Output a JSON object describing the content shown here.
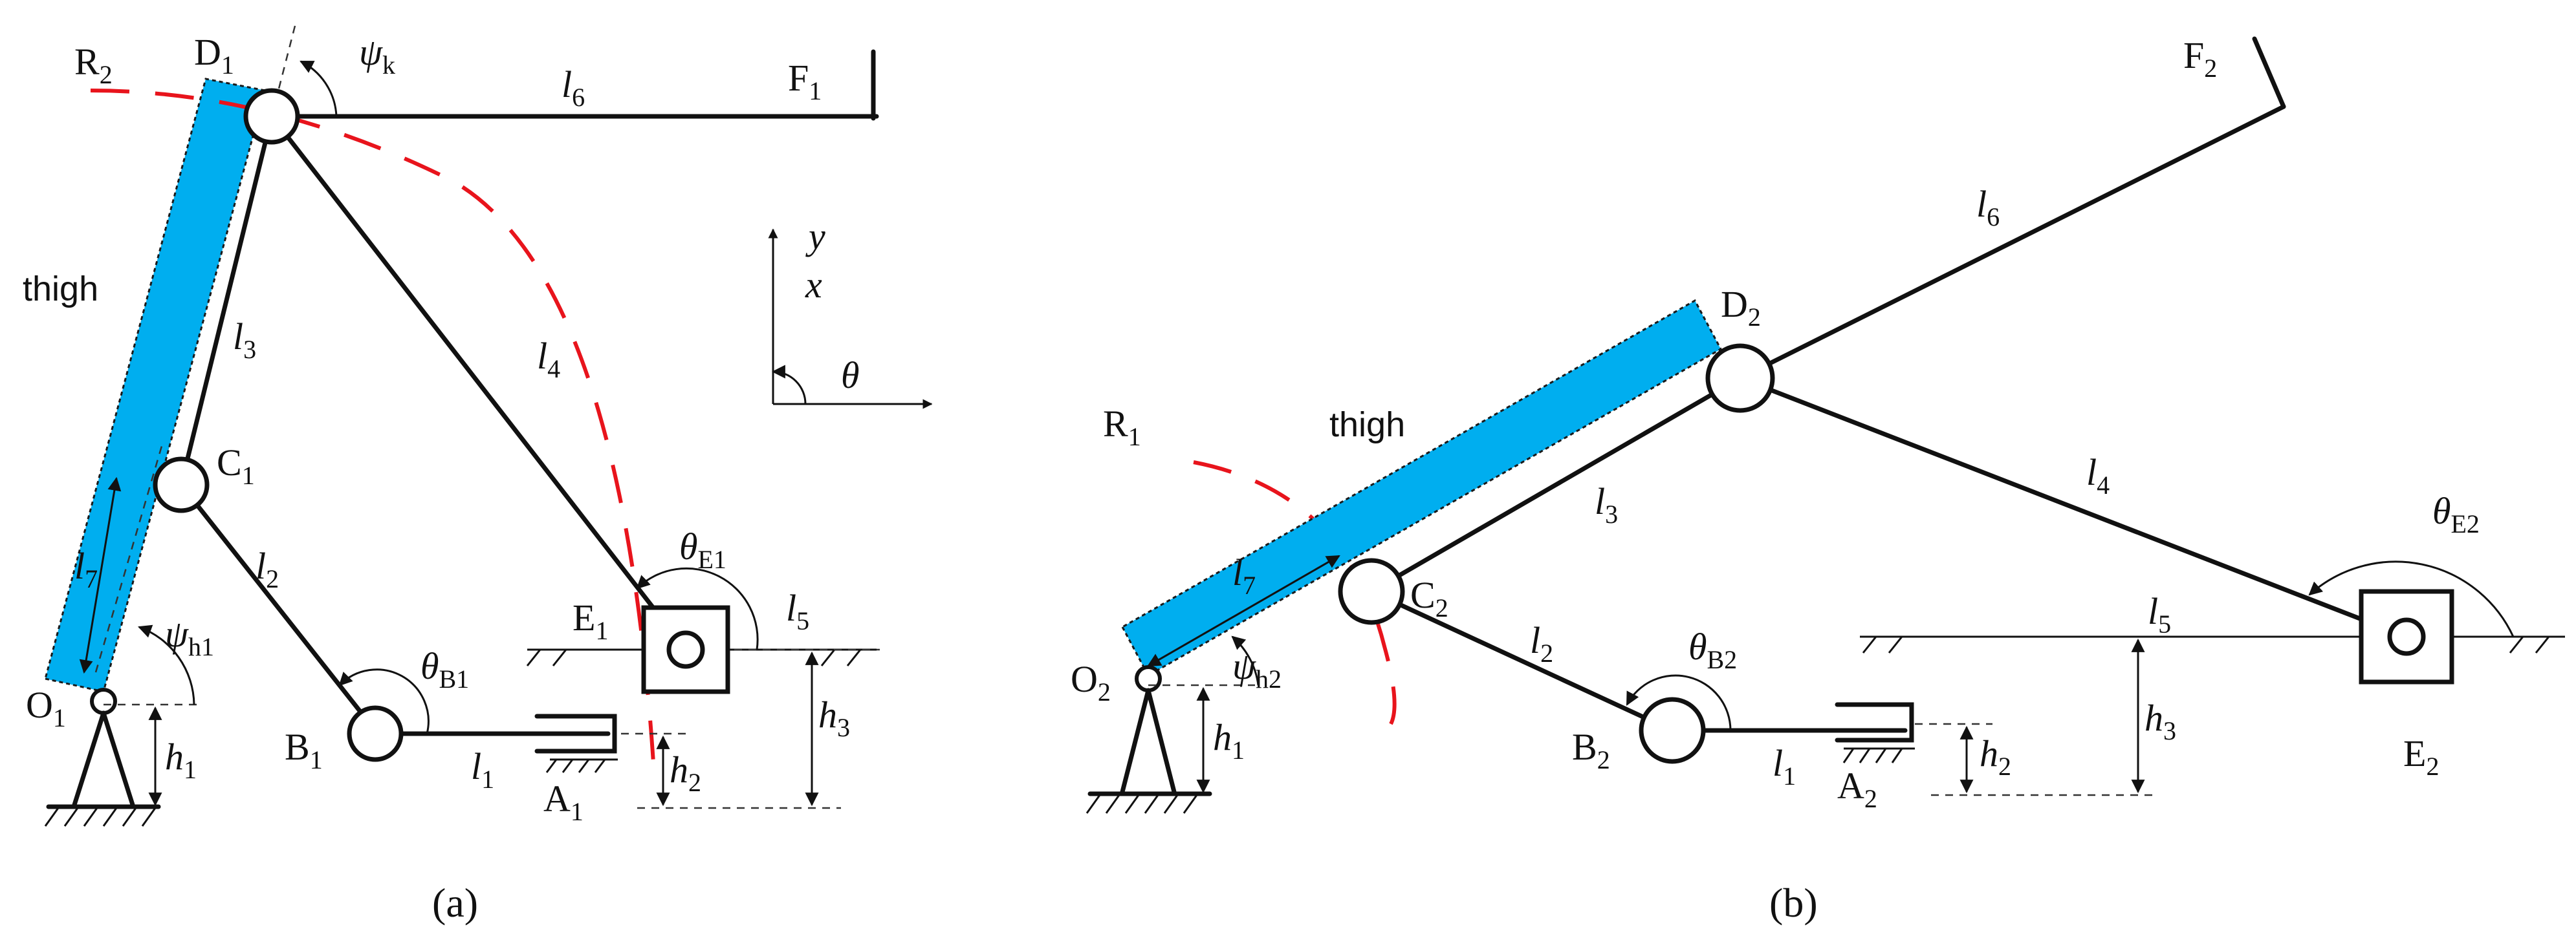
{
  "panel_a": {
    "caption": "(a)",
    "thigh": "thigh",
    "R": "R",
    "R_sub": "2",
    "D": "D",
    "D_sub": "1",
    "F": "F",
    "F_sub": "1",
    "C": "C",
    "C_sub": "1",
    "B": "B",
    "B_sub": "1",
    "A": "A",
    "A_sub": "1",
    "E": "E",
    "E_sub": "1",
    "O": "O",
    "O_sub": "1",
    "psi_k": "ψ",
    "psi_k_sub": "k",
    "psi_h": "ψ",
    "psi_h_sub": "h1",
    "theta_B": "θ",
    "theta_B_sub": "B1",
    "theta_E": "θ",
    "theta_E_sub": "E1",
    "l": "l",
    "s1": "1",
    "s2": "2",
    "s3": "3",
    "s4": "4",
    "s5": "5",
    "s6": "6",
    "s7": "7",
    "h": "h",
    "y": "y",
    "x": "x",
    "theta": "θ"
  },
  "panel_b": {
    "caption": "(b)",
    "thigh": "thigh",
    "R": "R",
    "R_sub": "1",
    "D": "D",
    "D_sub": "2",
    "F": "F",
    "F_sub": "2",
    "C": "C",
    "C_sub": "2",
    "B": "B",
    "B_sub": "2",
    "A": "A",
    "A_sub": "2",
    "E": "E",
    "E_sub": "2",
    "O": "O",
    "O_sub": "2",
    "psi_h": "ψ",
    "psi_h_sub": "h2",
    "theta_B": "θ",
    "theta_B_sub": "B2",
    "theta_E": "θ",
    "theta_E_sub": "E2",
    "l": "l",
    "s1": "1",
    "s2": "2",
    "s3": "3",
    "s4": "4",
    "s5": "5",
    "s6": "6",
    "s7": "7",
    "h": "h"
  },
  "colors": {
    "thigh": "#00aeef",
    "arc": "#e8141c",
    "line": "#111111"
  }
}
